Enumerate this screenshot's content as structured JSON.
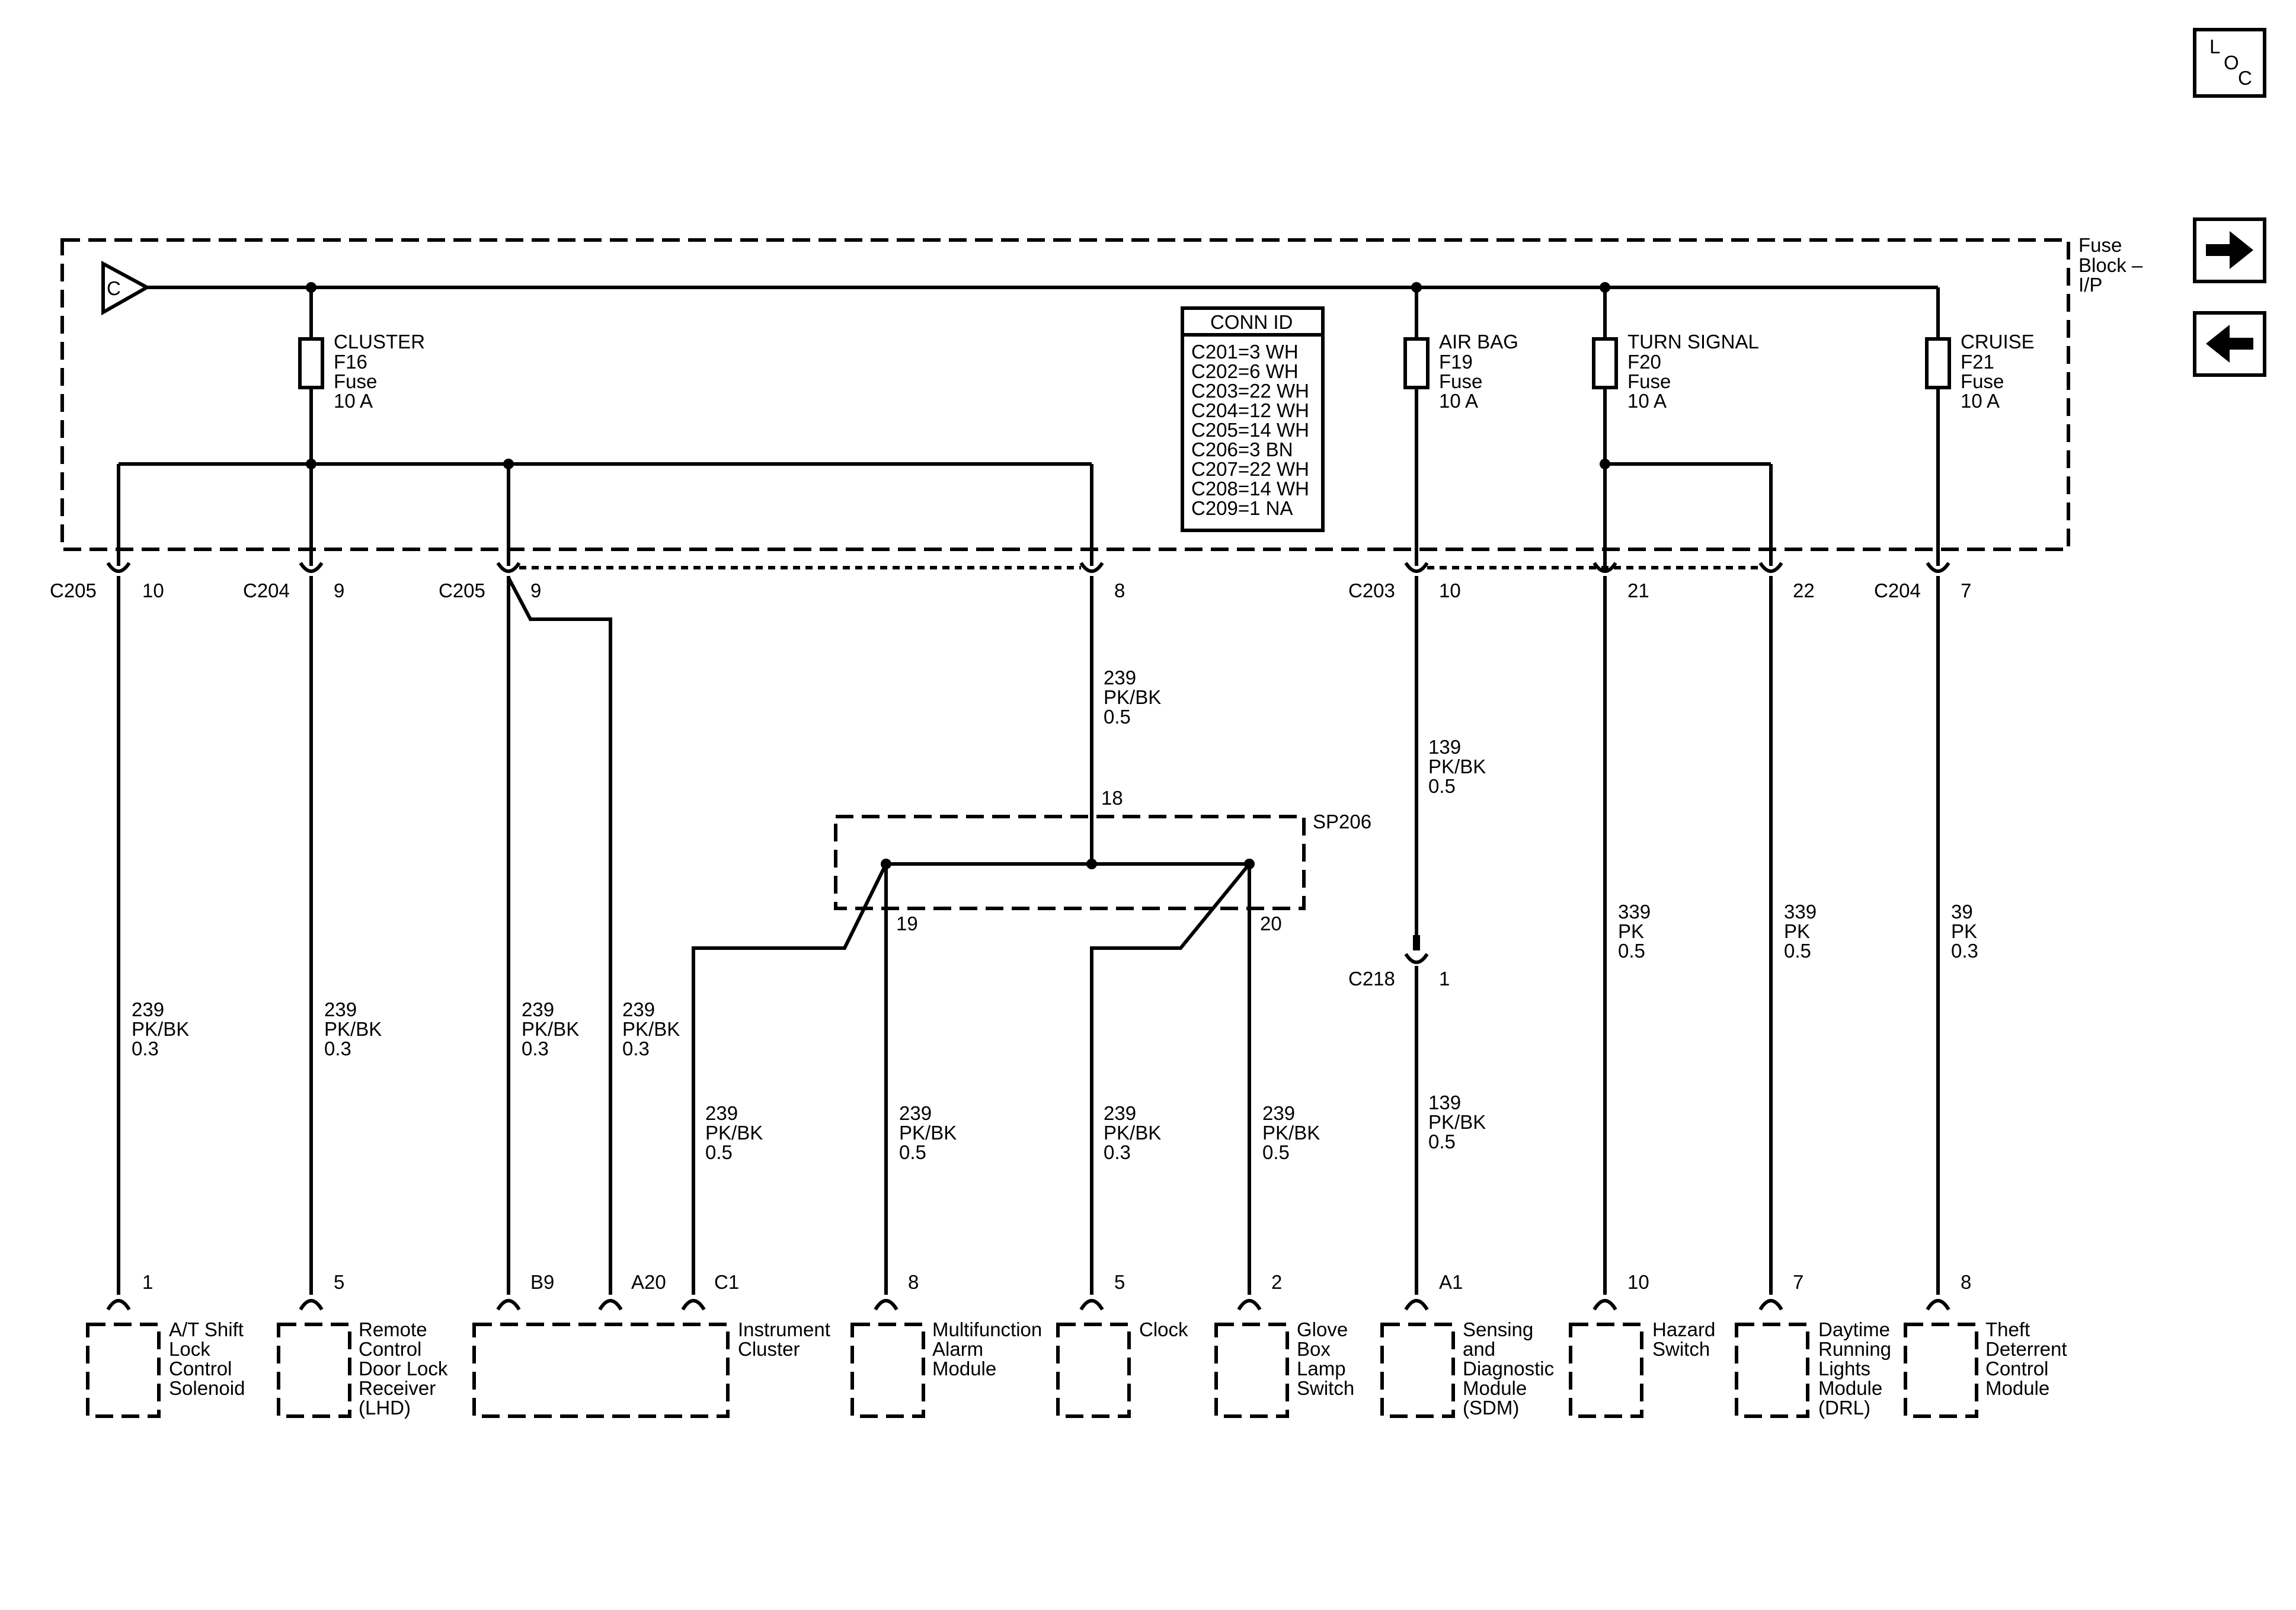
{
  "nav": {
    "loc_letters": [
      "L",
      "O",
      "C"
    ],
    "next_icon": "arrow-right-icon",
    "prev_icon": "arrow-left-icon"
  },
  "fuse_block": {
    "label_lines": [
      "Fuse",
      "Block –",
      "I/P"
    ],
    "source_letter": "C",
    "conn_id": {
      "title": "CONN ID",
      "lines": [
        "C201=3 WH",
        "C202=6 WH",
        "C203=22 WH",
        "C204=12 WH",
        "C205=14 WH",
        "C206=3 BN",
        "C207=22 WH",
        "C208=14 WH",
        "C209=1 NA"
      ]
    },
    "fuses": [
      {
        "lines": [
          "CLUSTER",
          "F16",
          "Fuse",
          "10 A"
        ]
      },
      {
        "lines": [
          "AIR BAG",
          "F19",
          "Fuse",
          "10 A"
        ]
      },
      {
        "lines": [
          "TURN SIGNAL",
          "F20",
          "Fuse",
          "10 A"
        ]
      },
      {
        "lines": [
          "CRUISE",
          "F21",
          "Fuse",
          "10 A"
        ]
      }
    ]
  },
  "connectors": {
    "c205_10": {
      "name": "C205",
      "pin": "10"
    },
    "c204_9": {
      "name": "C204",
      "pin": "9"
    },
    "c205_9": {
      "name": "C205",
      "pin": "9"
    },
    "c205_8": {
      "pin": "8"
    },
    "c203_10": {
      "name": "C203",
      "pin": "10"
    },
    "c203_21": {
      "pin": "21"
    },
    "c203_22": {
      "pin": "22"
    },
    "c204_7": {
      "name": "C204",
      "pin": "7"
    },
    "c218_1": {
      "name": "C218",
      "pin": "1"
    }
  },
  "splice": {
    "name": "SP206",
    "pins": [
      "18",
      "19",
      "20"
    ]
  },
  "wires": [
    [
      "239",
      "PK/BK",
      "0.3"
    ],
    [
      "239",
      "PK/BK",
      "0.3"
    ],
    [
      "239",
      "PK/BK",
      "0.3"
    ],
    [
      "239",
      "PK/BK",
      "0.3"
    ],
    [
      "239",
      "PK/BK",
      "0.5"
    ],
    [
      "239",
      "PK/BK",
      "0.5"
    ],
    [
      "239",
      "PK/BK",
      "0.5"
    ],
    [
      "239",
      "PK/BK",
      "0.3"
    ],
    [
      "239",
      "PK/BK",
      "0.5"
    ],
    [
      "139",
      "PK/BK",
      "0.5"
    ],
    [
      "139",
      "PK/BK",
      "0.5"
    ],
    [
      "339",
      "PK",
      "0.5"
    ],
    [
      "339",
      "PK",
      "0.5"
    ],
    [
      "39",
      "PK",
      "0.3"
    ]
  ],
  "components": [
    {
      "pins": [
        "1"
      ],
      "lines": [
        "A/T Shift",
        "Lock",
        "Control",
        "Solenoid"
      ]
    },
    {
      "pins": [
        "5"
      ],
      "lines": [
        "Remote",
        "Control",
        "Door Lock",
        "Receiver",
        "(LHD)"
      ]
    },
    {
      "pins": [
        "B9",
        "A20",
        "C1"
      ],
      "lines": [
        "Instrument",
        "Cluster"
      ]
    },
    {
      "pins": [
        "8"
      ],
      "lines": [
        "Multifunction",
        "Alarm",
        "Module"
      ]
    },
    {
      "pins": [
        "5"
      ],
      "lines": [
        "Clock"
      ]
    },
    {
      "pins": [
        "2"
      ],
      "lines": [
        "Glove",
        "Box",
        "Lamp",
        "Switch"
      ]
    },
    {
      "pins": [
        "A1"
      ],
      "lines": [
        "Sensing",
        "and",
        "Diagnostic",
        "Module",
        "(SDM)"
      ]
    },
    {
      "pins": [
        "10"
      ],
      "lines": [
        "Hazard",
        "Switch"
      ]
    },
    {
      "pins": [
        "7"
      ],
      "lines": [
        "Daytime",
        "Running",
        "Lights",
        "Module",
        "(DRL)"
      ]
    },
    {
      "pins": [
        "8"
      ],
      "lines": [
        "Theft",
        "Deterrent",
        "Control",
        "Module"
      ]
    }
  ]
}
